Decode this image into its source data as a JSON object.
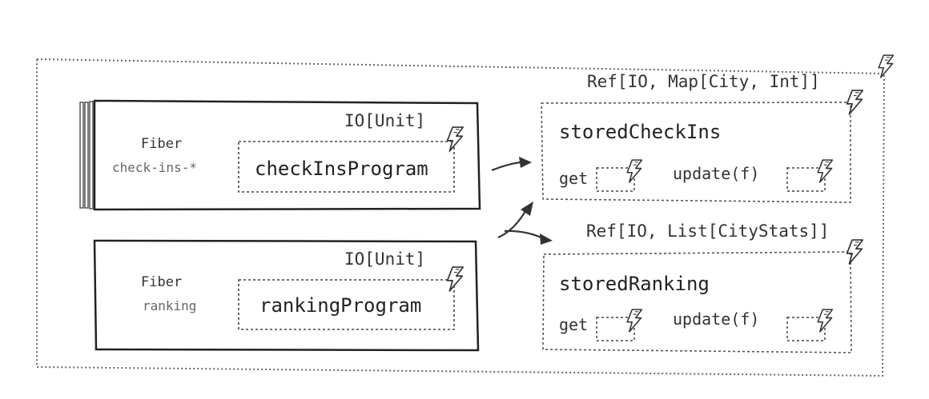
{
  "diagram": {
    "fiber_check_ins": {
      "label": "Fiber",
      "name": "check-ins-*",
      "type": "IO[Unit]",
      "program": "checkInsProgram"
    },
    "fiber_ranking": {
      "label": "Fiber",
      "name": "ranking",
      "type": "IO[Unit]",
      "program": "rankingProgram"
    },
    "ref_check_ins": {
      "type": "Ref[IO, Map[City, Int]]",
      "name": "storedCheckIns",
      "get_label": "get",
      "update_label": "update(f)"
    },
    "ref_ranking": {
      "type": "Ref[IO, List[CityStats]]",
      "name": "storedRanking",
      "get_label": "get",
      "update_label": "update(f)"
    },
    "icons": [
      "lightning-icon",
      "arrow-icon"
    ]
  }
}
